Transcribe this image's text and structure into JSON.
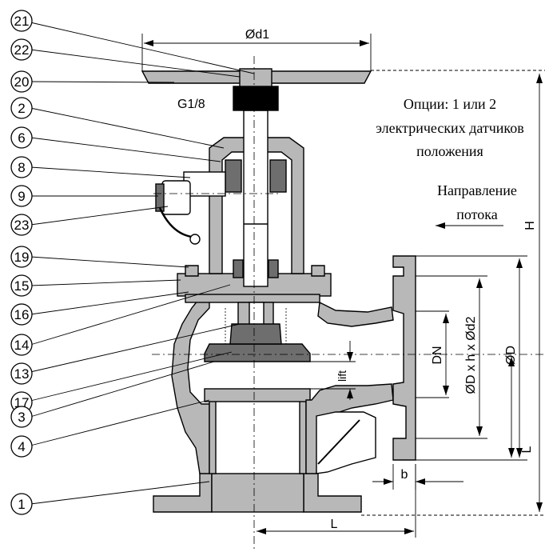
{
  "callouts": [
    "21",
    "22",
    "20",
    "2",
    "6",
    "8",
    "9",
    "23",
    "19",
    "15",
    "16",
    "14",
    "13",
    "17",
    "3",
    "4",
    "1"
  ],
  "dims": {
    "d1": "Ød1",
    "g18": "G1/8",
    "H": "H",
    "DN": "DN",
    "lift": "lift",
    "D_h_d2": "ØD x h x Ød2",
    "D": "ØD",
    "L_right": "L",
    "b": "b",
    "L_bottom": "L"
  },
  "notes": {
    "options": [
      "Опции: 1 или 2",
      "электрических датчиков",
      "положения"
    ],
    "flow": [
      "Направление",
      "потока"
    ]
  },
  "colors": {
    "metal": "#b8b8b8",
    "disc": "#6e6e6e",
    "line": "#000000"
  }
}
